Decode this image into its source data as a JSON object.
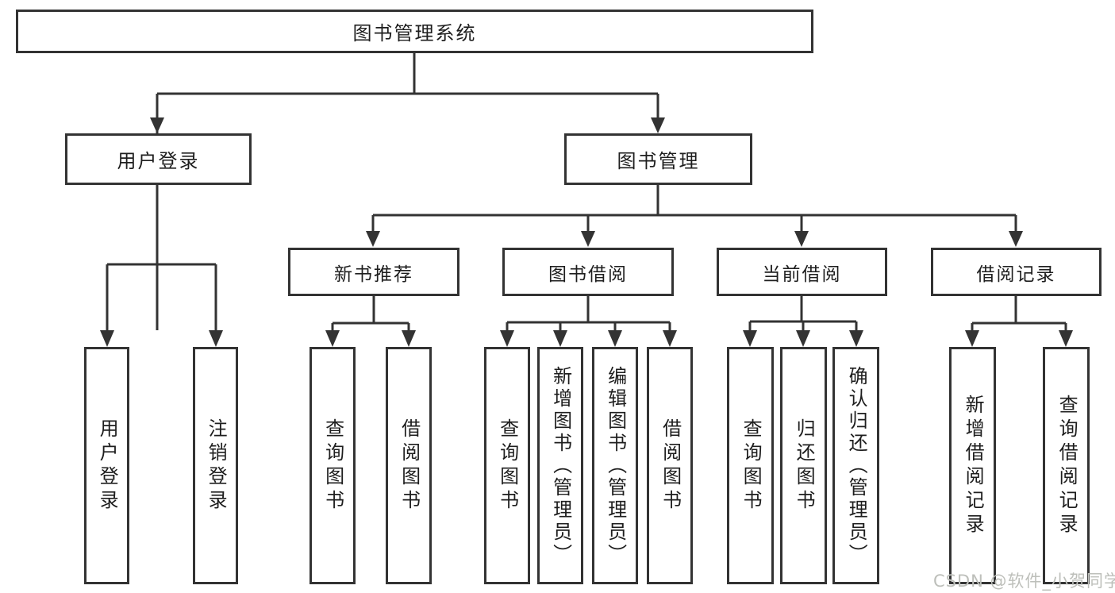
{
  "diagram": {
    "type": "hierarchy",
    "root": {
      "label": "图书管理系统"
    },
    "level2": [
      {
        "label": "用户登录",
        "children": [
          {
            "label": "用户登录"
          },
          {
            "label": "注销登录"
          }
        ]
      },
      {
        "label": "图书管理",
        "sections": [
          {
            "label": "新书推荐",
            "children": [
              {
                "label": "查询图书"
              },
              {
                "label": "借阅图书"
              }
            ]
          },
          {
            "label": "图书借阅",
            "children": [
              {
                "label": "查询图书"
              },
              {
                "label": "新增图书（管理员）"
              },
              {
                "label": "编辑图书（管理员）"
              },
              {
                "label": "借阅图书"
              }
            ]
          },
          {
            "label": "当前借阅",
            "children": [
              {
                "label": "查询图书"
              },
              {
                "label": "归还图书"
              },
              {
                "label": "确认归还（管理员）"
              }
            ]
          },
          {
            "label": "借阅记录",
            "children": [
              {
                "label": "新增借阅记录"
              },
              {
                "label": "查询借阅记录"
              }
            ]
          }
        ]
      }
    ]
  },
  "watermark": {
    "text": "CSDN @软件_小贺同学",
    "color": "#bdbfba"
  },
  "colors": {
    "line": "#333333",
    "box_border": "#333333",
    "text": "#1e1e1e",
    "background": "#ffffff"
  }
}
